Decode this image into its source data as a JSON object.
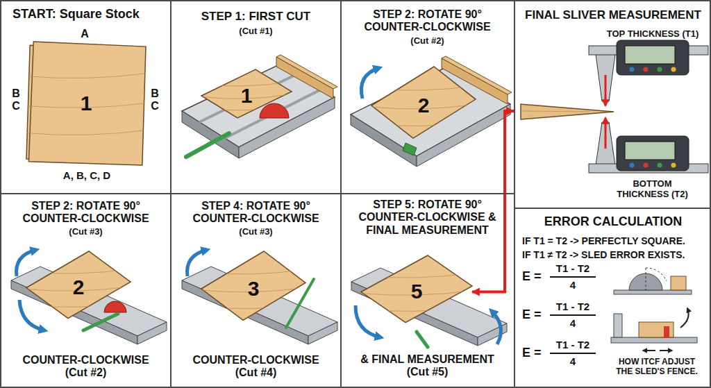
{
  "diagram": {
    "nodes": [
      {
        "text": [
          "START: Square Stock"
        ]
      },
      {
        "text": [
          "1"
        ],
        "in": 0
      },
      {
        "text": [
          "STEP 1: FIRST CUT",
          "(Cut #1)"
        ]
      },
      {
        "text": [
          "1"
        ],
        "in": 2
      },
      {
        "text": [
          "STEP 2: ROTATE 90° COUNTER-CLOCKWISE",
          "(Cut #2)"
        ]
      },
      {
        "text": [
          "2"
        ],
        "in": 4
      },
      {
        "text": [
          "FINAL SLIVER MEASUREMENT",
          "TOP THICKNESS (T1)",
          "BOTTOM THICKNESS (T2)"
        ]
      },
      {
        "text": [
          "STEP 2: ROTATE 90° COUNTER-CLOCKWISE",
          "(Cut #3)",
          "COUNTER-CLOCKWISE (Cut #2)"
        ]
      },
      {
        "text": [
          "2"
        ],
        "in": 7
      },
      {
        "text": [
          "STEP 4: ROTATE 90° COUNTER-CLOCKWISE",
          "(Cut #3)",
          "COUNTER-CLOCKWISE (Cut #4)"
        ]
      },
      {
        "text": [
          "3"
        ],
        "in": 9
      },
      {
        "text": [
          "STEP 5: ROTATE 90° COUNTER-CLOCKWISE & FINAL MEASUREMENT",
          "& FINAL MEASUREMENT (Cut #5)"
        ]
      },
      {
        "text": [
          "5"
        ],
        "in": 11
      },
      {
        "text": [
          "ERROR CALCULATION",
          "IF T1 = T2 -> PERFECTLY SQUARE.",
          "IF T1 ≠ T2 -> SLED ERROR EXISTS.",
          "E =",
          "T1 - T2",
          "4",
          "E =",
          "T1 - T2",
          "4",
          "E =",
          "T1 - T2",
          "4",
          "HOW ITCF ADJUST THE SLED'S FENCE."
        ]
      }
    ],
    "edges": [
      {
        "from": 12,
        "to": 6,
        "arrow": "both"
      }
    ],
    "labels": [
      "A",
      "B C",
      "B C",
      "A, B, C, D"
    ]
  }
}
